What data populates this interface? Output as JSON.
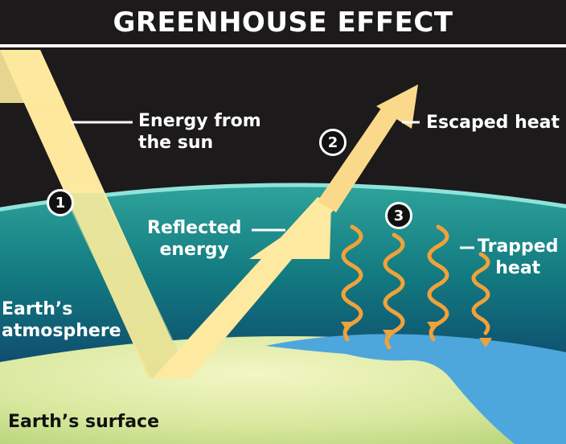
{
  "title": "GREENHOUSE EFFECT",
  "labels": {
    "energy_from_sun": [
      "Energy from",
      "the sun"
    ],
    "escaped_heat": "Escaped heat",
    "reflected_energy": [
      "Reflected",
      "energy"
    ],
    "trapped_heat": [
      "Trapped",
      "heat"
    ],
    "atmosphere": [
      "Earth’s",
      "atmosphere"
    ],
    "surface": "Earth’s surface"
  },
  "markers": [
    "1",
    "2",
    "3"
  ],
  "colors": {
    "space": "#1c1a1a",
    "atmosphere_edge": "#6fd0c8",
    "atmosphere_deep": "#0f3c66",
    "surface_green": "#d8e8a0",
    "ocean": "#4da7dc",
    "sun_beam": "#fde9a0",
    "heat_wave": "#f0a23a",
    "text": "#ffffff"
  }
}
